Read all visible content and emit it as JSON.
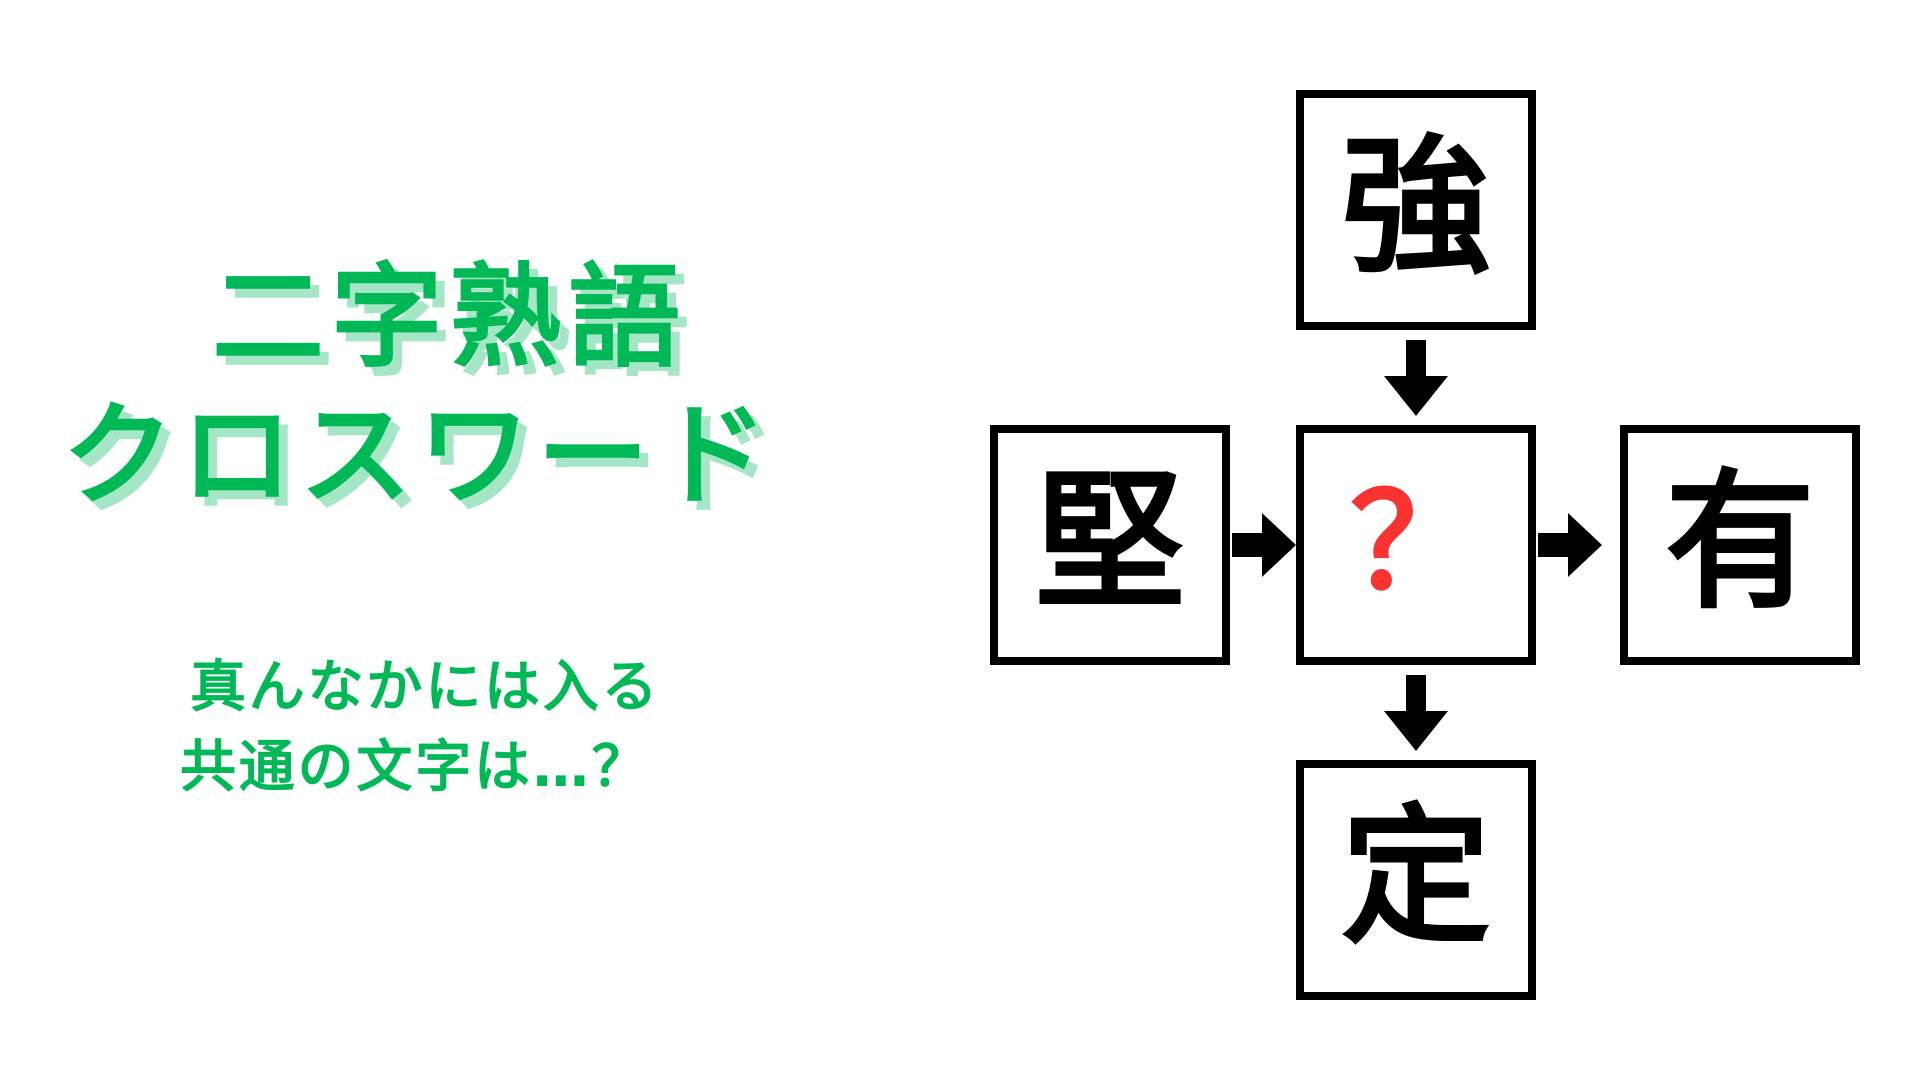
{
  "page": {
    "background_color": "#FFFFFF",
    "accent_green": "#00B956",
    "shadow_green": "#A5E6C6",
    "unknown_red": "#F93232",
    "outline_black": "#000000"
  },
  "title": {
    "line1": "二字熟語",
    "line2": "クロスワード"
  },
  "subtitle": {
    "line1": "真んなかには入る",
    "line2": "共通の文字は…？"
  },
  "crossword": {
    "top": {
      "char": "強",
      "name": "kyou"
    },
    "left": {
      "char": "堅",
      "name": "ken"
    },
    "center": {
      "char": "？",
      "name": "unknown"
    },
    "right": {
      "char": "有",
      "name": "yuu"
    },
    "bottom": {
      "char": "定",
      "name": "tei"
    },
    "arrows": [
      {
        "id": "top-to-center",
        "direction": "down"
      },
      {
        "id": "left-to-center",
        "direction": "right"
      },
      {
        "id": "center-to-right",
        "direction": "right"
      },
      {
        "id": "center-to-bottom",
        "direction": "down"
      }
    ]
  }
}
